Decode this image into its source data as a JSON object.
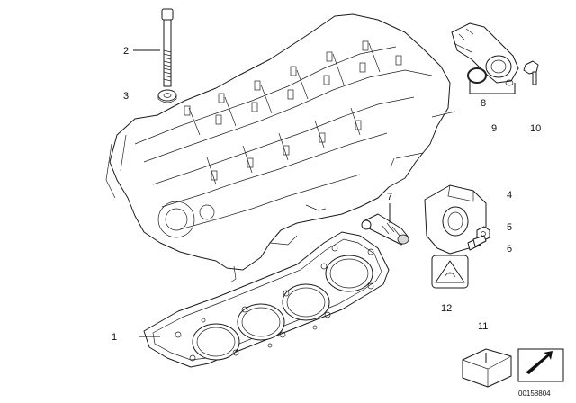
{
  "diagram": {
    "callouts": [
      {
        "id": "c1",
        "text": "1"
      },
      {
        "id": "c2",
        "text": "2"
      },
      {
        "id": "c3",
        "text": "3"
      },
      {
        "id": "c4",
        "text": "4"
      },
      {
        "id": "c5",
        "text": "5"
      },
      {
        "id": "c6",
        "text": "6"
      },
      {
        "id": "c7",
        "text": "7"
      },
      {
        "id": "c8",
        "text": "8"
      },
      {
        "id": "c9",
        "text": "9"
      },
      {
        "id": "c10",
        "text": "10"
      },
      {
        "id": "c11",
        "text": "11"
      },
      {
        "id": "c12",
        "text": "12"
      }
    ],
    "document_number": "00158804"
  }
}
